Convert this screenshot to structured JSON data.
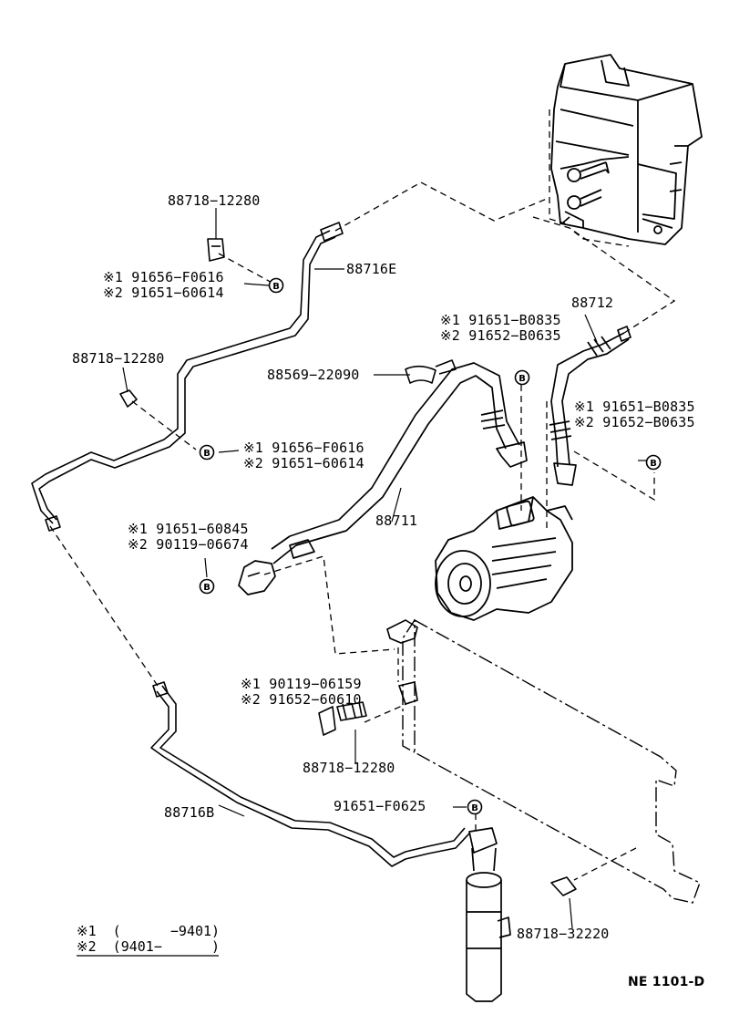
{
  "labels": {
    "p_88718_12280_a": "88718−12280",
    "n1_91656_F0616_a": "※1  91656−F0616",
    "n2_91651_60614_a": "※2  91651−60614",
    "p_88716E": "88716E",
    "p_88712": "88712",
    "n1_91651_B0835_a": "※1  91651−B0835",
    "n2_91652_B0635_a": "※2  91652−B0635",
    "p_88718_12280_b": "88718−12280",
    "p_88569_22090": "88569−22090",
    "n1_91651_B0835_b": "※1  91651−B0835",
    "n2_91652_B0635_b": "※2  91652−B0635",
    "n1_91656_F0616_b": "※1  91656−F0616",
    "n2_91651_60614_b": "※2  91651−60614",
    "p_88711": "88711",
    "n1_91651_60845": "※1  91651−60845",
    "n2_90119_06674": "※2  90119−06674",
    "n1_90119_06159": "※1  90119−06159",
    "n2_91652_60610": "※2  91652−60610",
    "p_88718_12280_c": "88718−12280",
    "p_91651_F0625": "91651−F0625",
    "p_88716B": "88716B",
    "p_88718_32220": "88718−32220"
  },
  "legend": {
    "row1": "※1  (      −9401)",
    "row2": "※2  (9401−      )"
  },
  "bolt_marker": "B",
  "drawing_code": "NE 1101-D"
}
